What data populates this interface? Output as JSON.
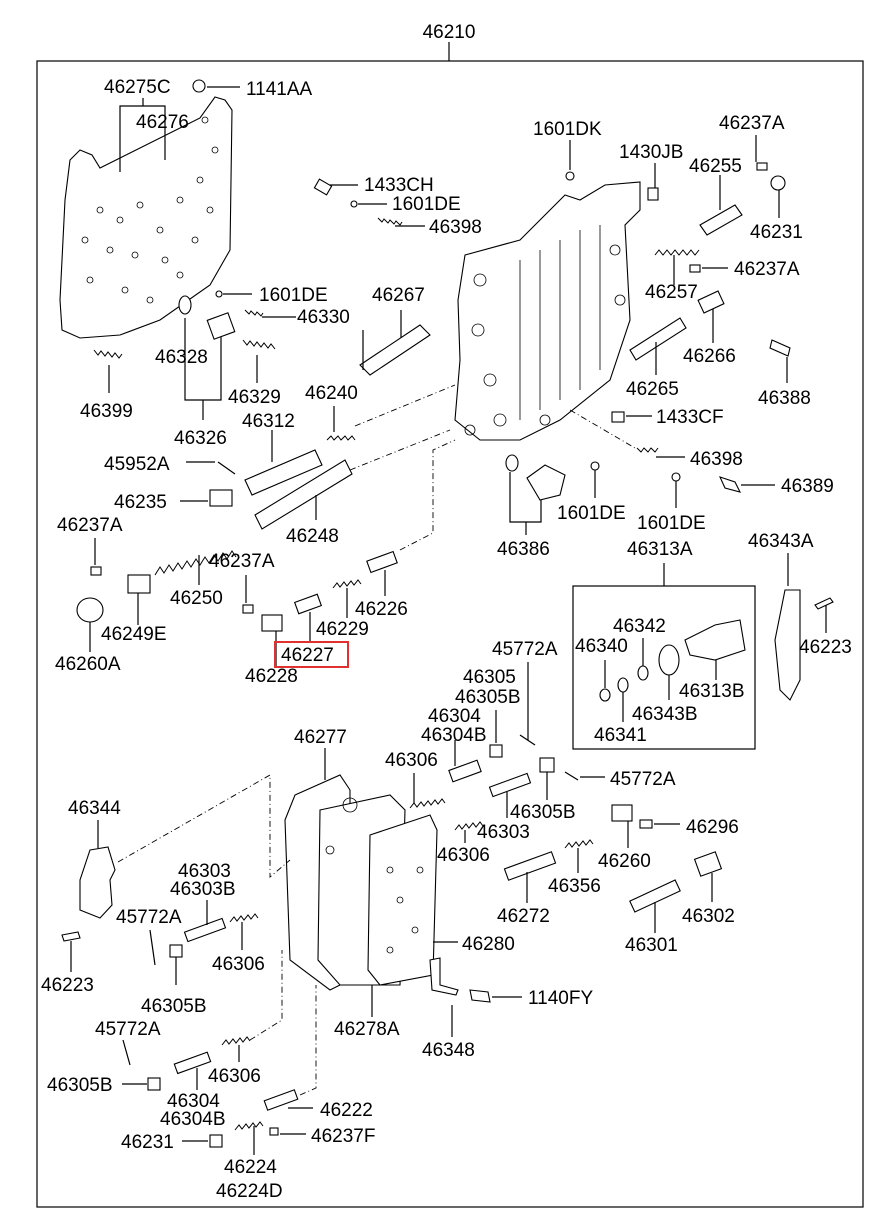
{
  "diagram": {
    "assembly_number": "46210",
    "highlighted_part": "46227",
    "highlight_color": "#e03030",
    "labels": [
      {
        "id": "l1",
        "text": "46275C"
      },
      {
        "id": "l2",
        "text": "46276"
      },
      {
        "id": "l3",
        "text": "1141AA"
      },
      {
        "id": "l4",
        "text": "1433CH"
      },
      {
        "id": "l5",
        "text": "1601DE"
      },
      {
        "id": "l6",
        "text": "46398"
      },
      {
        "id": "l7",
        "text": "1601DK"
      },
      {
        "id": "l8",
        "text": "1430JB"
      },
      {
        "id": "l9",
        "text": "46255"
      },
      {
        "id": "l10",
        "text": "46237A"
      },
      {
        "id": "l11",
        "text": "46231"
      },
      {
        "id": "l12",
        "text": "46237A"
      },
      {
        "id": "l13",
        "text": "46257"
      },
      {
        "id": "l14",
        "text": "1601DE"
      },
      {
        "id": "l15",
        "text": "46330"
      },
      {
        "id": "l16",
        "text": "46267"
      },
      {
        "id": "l17",
        "text": "46328"
      },
      {
        "id": "l18",
        "text": "46329"
      },
      {
        "id": "l19",
        "text": "46399"
      },
      {
        "id": "l20",
        "text": "46326"
      },
      {
        "id": "l21",
        "text": "46240"
      },
      {
        "id": "l22",
        "text": "46312"
      },
      {
        "id": "l23",
        "text": "45952A"
      },
      {
        "id": "l24",
        "text": "46235"
      },
      {
        "id": "l25",
        "text": "46248"
      },
      {
        "id": "l26",
        "text": "46237A"
      },
      {
        "id": "l27",
        "text": "46237A"
      },
      {
        "id": "l28",
        "text": "46250"
      },
      {
        "id": "l29",
        "text": "46249E"
      },
      {
        "id": "l30",
        "text": "46260A"
      },
      {
        "id": "l31",
        "text": "46229"
      },
      {
        "id": "l32",
        "text": "46226"
      },
      {
        "id": "l33",
        "text": "46227"
      },
      {
        "id": "l34",
        "text": "46228"
      },
      {
        "id": "l35",
        "text": "46266"
      },
      {
        "id": "l36",
        "text": "46265"
      },
      {
        "id": "l37",
        "text": "46388"
      },
      {
        "id": "l38",
        "text": "1433CF"
      },
      {
        "id": "l39",
        "text": "46398"
      },
      {
        "id": "l40",
        "text": "46389"
      },
      {
        "id": "l41",
        "text": "1601DE"
      },
      {
        "id": "l42",
        "text": "1601DE"
      },
      {
        "id": "l43",
        "text": "46386"
      },
      {
        "id": "l44",
        "text": "46313A"
      },
      {
        "id": "l45",
        "text": "46343A"
      },
      {
        "id": "l46",
        "text": "46342"
      },
      {
        "id": "l47",
        "text": "46340"
      },
      {
        "id": "l48",
        "text": "46313B"
      },
      {
        "id": "l49",
        "text": "46343B"
      },
      {
        "id": "l50",
        "text": "46341"
      },
      {
        "id": "l51",
        "text": "46223"
      },
      {
        "id": "l52",
        "text": "45772A"
      },
      {
        "id": "l53",
        "text": "46305"
      },
      {
        "id": "l54",
        "text": "46305B"
      },
      {
        "id": "l55",
        "text": "46304"
      },
      {
        "id": "l56",
        "text": "46304B"
      },
      {
        "id": "l57",
        "text": "46277"
      },
      {
        "id": "l58",
        "text": "46306"
      },
      {
        "id": "l59",
        "text": "45772A"
      },
      {
        "id": "l60",
        "text": "46305B"
      },
      {
        "id": "l61",
        "text": "46303"
      },
      {
        "id": "l62",
        "text": "46306"
      },
      {
        "id": "l63",
        "text": "46296"
      },
      {
        "id": "l64",
        "text": "46260"
      },
      {
        "id": "l65",
        "text": "46356"
      },
      {
        "id": "l66",
        "text": "46344"
      },
      {
        "id": "l67",
        "text": "46303"
      },
      {
        "id": "l68",
        "text": "46303B"
      },
      {
        "id": "l69",
        "text": "45772A"
      },
      {
        "id": "l70",
        "text": "46306"
      },
      {
        "id": "l71",
        "text": "46272"
      },
      {
        "id": "l72",
        "text": "46302"
      },
      {
        "id": "l73",
        "text": "46301"
      },
      {
        "id": "l74",
        "text": "46280"
      },
      {
        "id": "l75",
        "text": "46223"
      },
      {
        "id": "l76",
        "text": "46305B"
      },
      {
        "id": "l77",
        "text": "1140FY"
      },
      {
        "id": "l78",
        "text": "46278A"
      },
      {
        "id": "l79",
        "text": "46348"
      },
      {
        "id": "l80",
        "text": "45772A"
      },
      {
        "id": "l81",
        "text": "46305B"
      },
      {
        "id": "l82",
        "text": "46306"
      },
      {
        "id": "l83",
        "text": "46304"
      },
      {
        "id": "l84",
        "text": "46304B"
      },
      {
        "id": "l85",
        "text": "46222"
      },
      {
        "id": "l86",
        "text": "46231"
      },
      {
        "id": "l87",
        "text": "46237F"
      },
      {
        "id": "l88",
        "text": "46224"
      },
      {
        "id": "l89",
        "text": "46224D"
      }
    ]
  }
}
